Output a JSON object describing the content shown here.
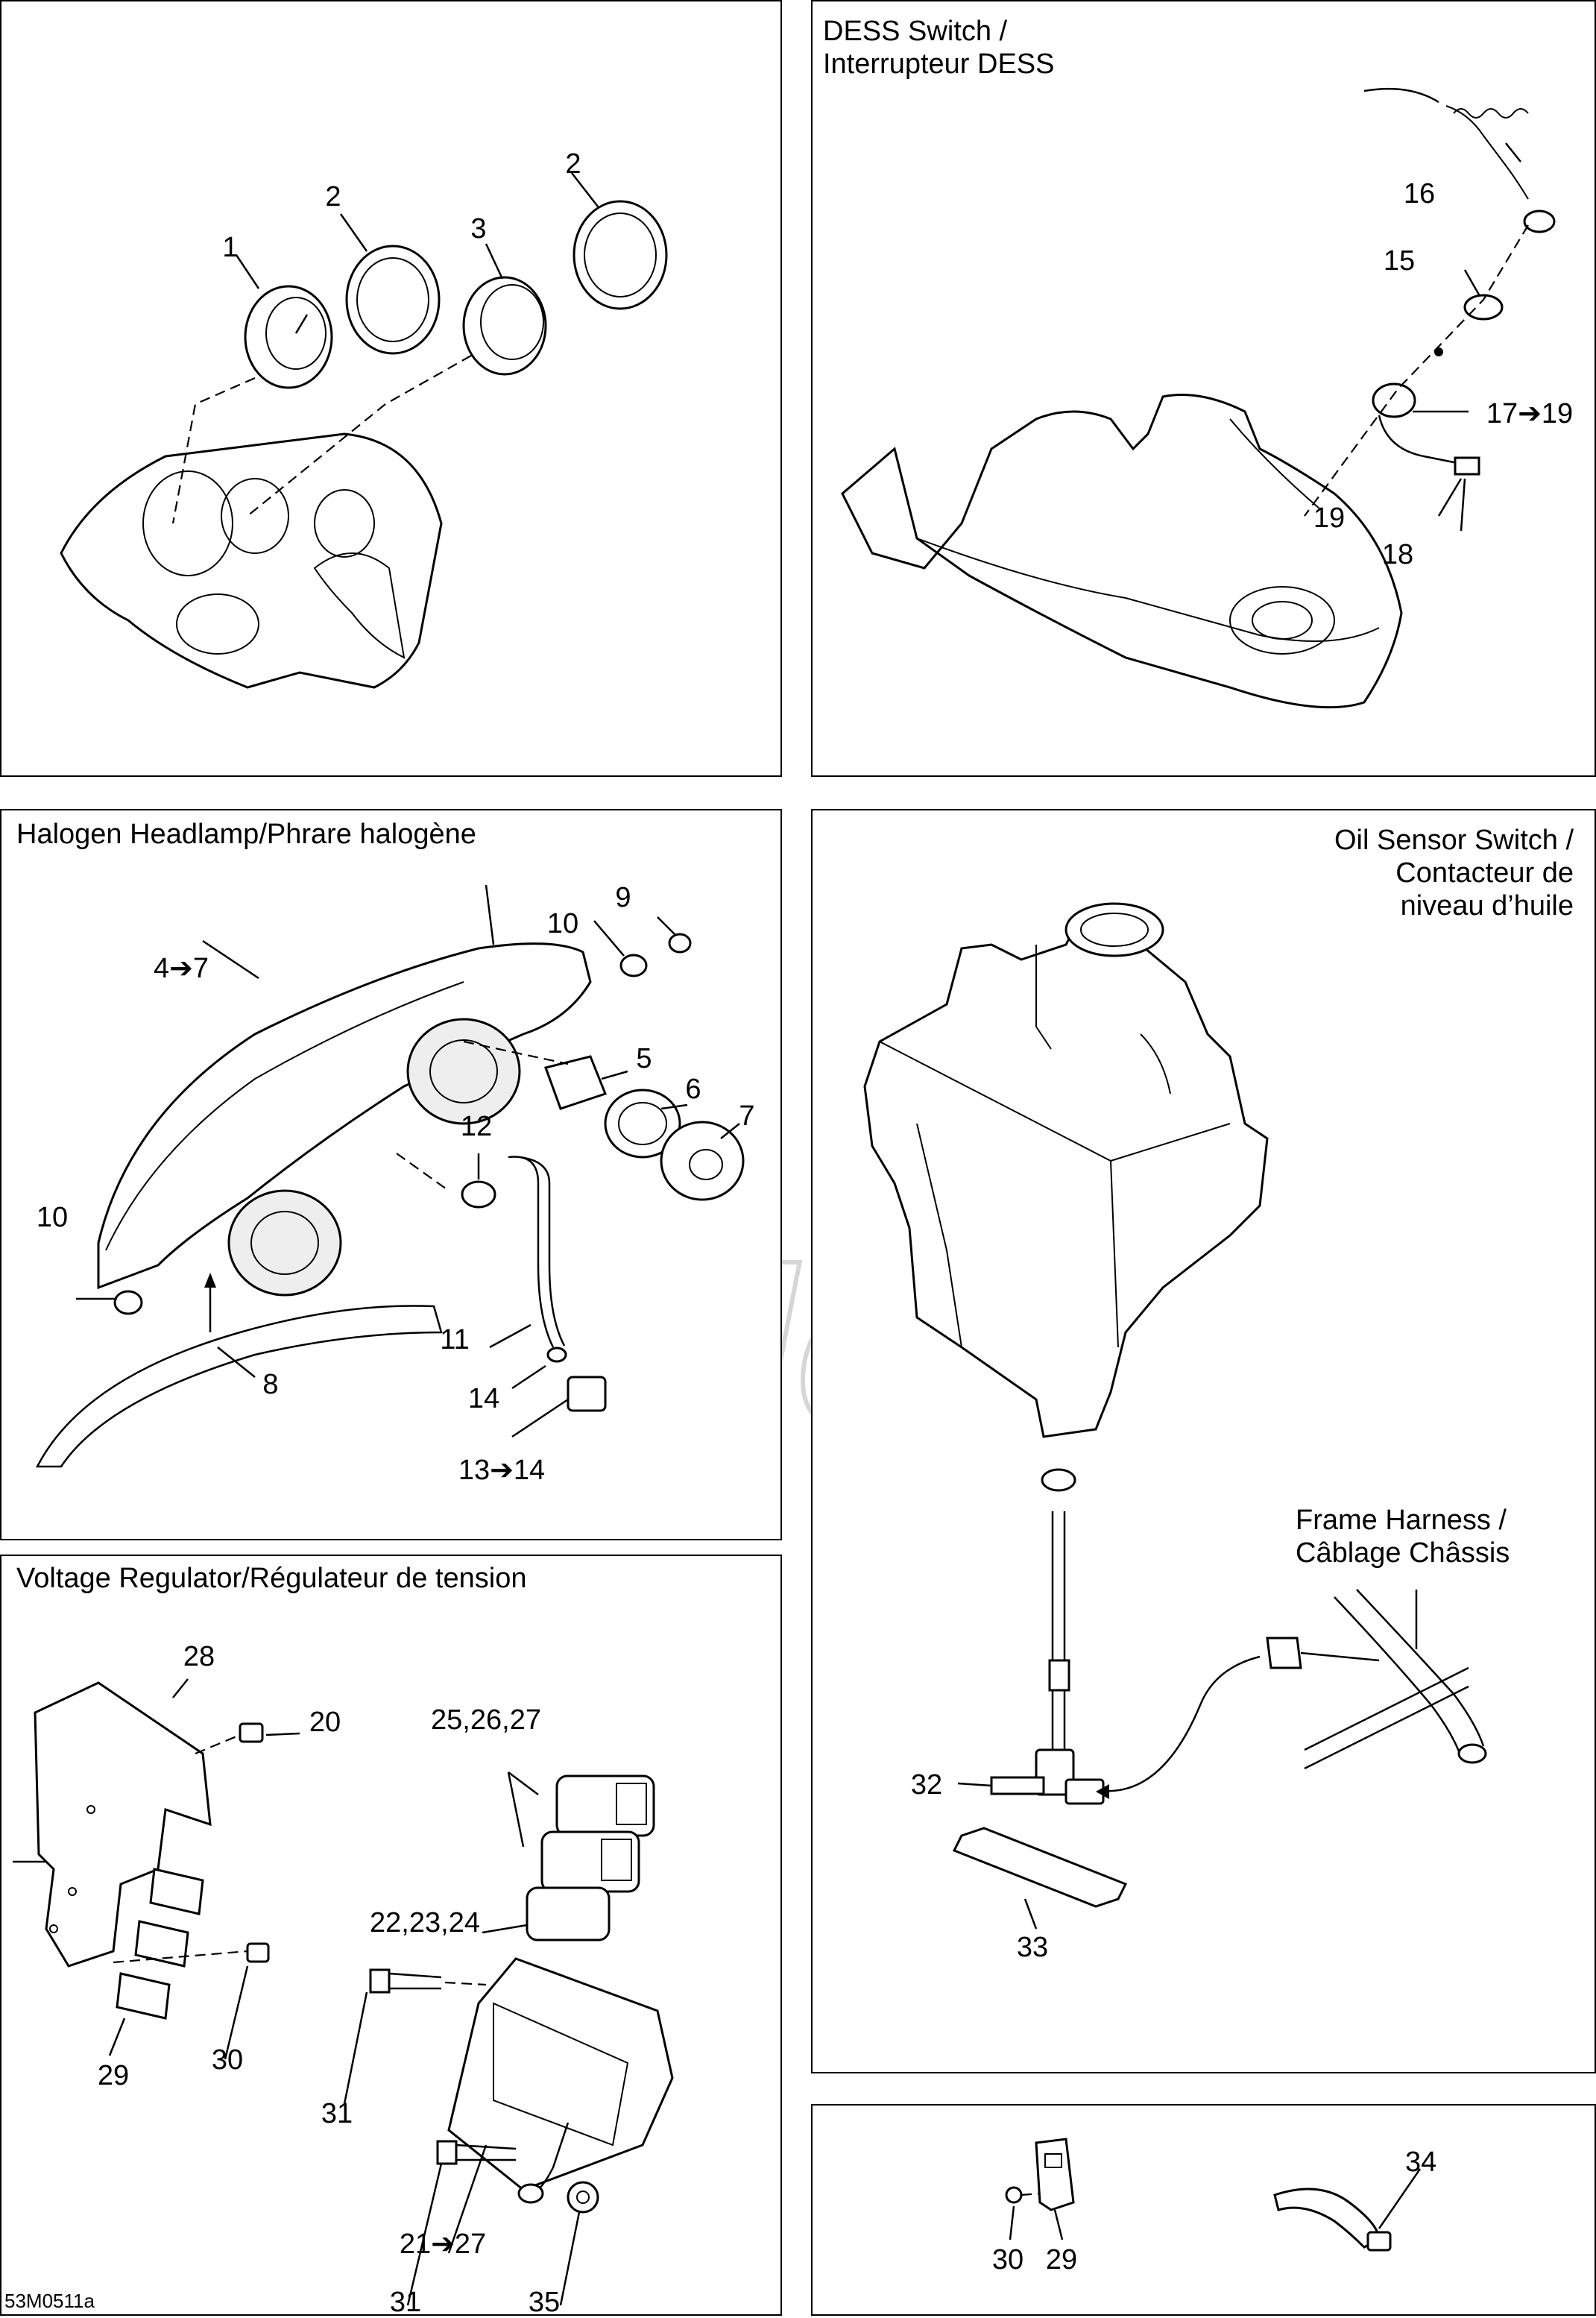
{
  "panels": {
    "gauges": {
      "title": ""
    },
    "dess": {
      "title": "DESS Switch /\nInterrupteur DESS"
    },
    "headlamp": {
      "title": "Halogen Headlamp/Phrare halogène"
    },
    "oil": {
      "title": "Oil Sensor Switch /\nContacteur de\nniveau d’huile",
      "harness_label": "Frame Harness /\nCâblage Châssis"
    },
    "regulator": {
      "title": "Voltage Regulator/Régulateur de tension"
    },
    "fasteners": {
      "title": ""
    }
  },
  "callouts": {
    "gauges": [
      "1",
      "2",
      "3",
      "2"
    ],
    "dess": [
      "16",
      "15",
      "17➔19",
      "19",
      "18"
    ],
    "headlamp": [
      "9",
      "10",
      "4➔7",
      "5",
      "6",
      "7",
      "12",
      "10",
      "11",
      "8",
      "14",
      "13➔14"
    ],
    "oil": [
      "32",
      "33"
    ],
    "regulator": [
      "28",
      "20",
      "25,26,27",
      "22,23,24",
      "29",
      "30",
      "31",
      "21➔27",
      "31",
      "35"
    ],
    "fasteners": [
      "34",
      "30",
      "29"
    ]
  },
  "drawing_code": "53M0511a",
  "watermark": "AeriMoto"
}
